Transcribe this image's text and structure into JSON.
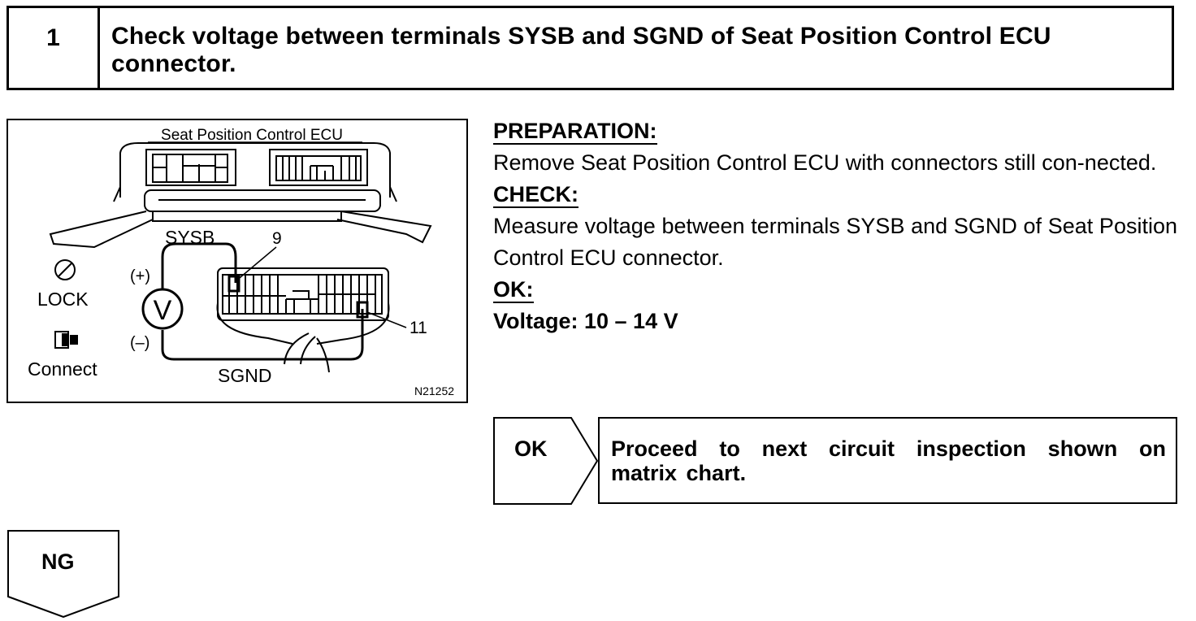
{
  "step": {
    "number": "1",
    "title": "Check voltage between terminals SYSB and SGND of Seat Position Control ECU connector."
  },
  "figure": {
    "ecu_label": "Seat Position Control ECU",
    "sysb_label": "SYSB",
    "sgnd_label": "SGND",
    "plus_label": "(+)",
    "minus_label": "(–)",
    "voltmeter_label": "V",
    "lock_label": "LOCK",
    "connect_label": "Connect",
    "terminal_9": "9",
    "terminal_11": "11",
    "figure_code": "N21252",
    "icons": [
      "lock-icon",
      "connector-icon",
      "voltmeter-icon"
    ]
  },
  "instructions": {
    "preparation_heading": "PREPARATION:",
    "preparation_text": "Remove Seat Position Control ECU with connectors still con-nected.",
    "check_heading": "CHECK:",
    "check_text": "Measure voltage between terminals SYSB and SGND of Seat Position Control ECU connector.",
    "ok_heading": "OK:",
    "ok_spec": "Voltage: 10 – 14 V"
  },
  "results": {
    "ok_label": "OK",
    "ok_action": "Proceed to next circuit inspection shown on matrix chart.",
    "ng_label": "NG"
  }
}
